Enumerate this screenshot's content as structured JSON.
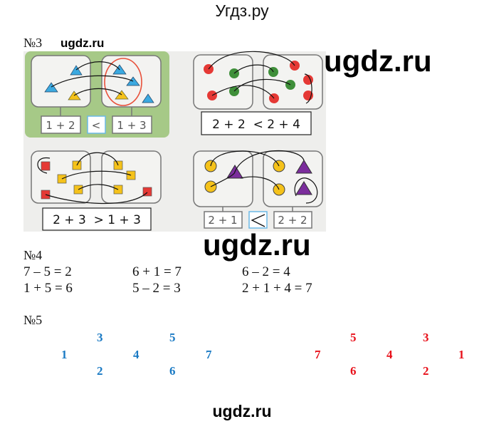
{
  "header": {
    "title": "Угдз.ру"
  },
  "watermarks": [
    "ugdz.ru",
    "ugdz.ru",
    "ugdz.ru",
    "ugdz.ru"
  ],
  "task3": {
    "label": "№3",
    "top_left": {
      "left": "1 + 2",
      "sign": "<",
      "right": "1 + 3"
    },
    "top_right": {
      "answer": "2 + 2  < 2 + 4"
    },
    "bottom_left": {
      "answer": "2 + 3  > 1 + 3"
    },
    "bottom_right": {
      "left": "2 + 1",
      "right": "2 + 2"
    }
  },
  "task4": {
    "label": "№4",
    "equations": [
      "7 – 5 = 2",
      "6 + 1 = 7",
      "6 – 2 = 4",
      "1 + 5 = 6",
      "5 – 2 = 3",
      "2 + 1 + 4 = 7"
    ]
  },
  "task5": {
    "label": "№5",
    "blue": {
      "color": "#1a7ac4",
      "top": [
        "3",
        "5"
      ],
      "middle": [
        "1",
        "4",
        "7"
      ],
      "bottom": [
        "2",
        "6"
      ]
    },
    "red": {
      "color": "#e8101a",
      "top": [
        "5",
        "3"
      ],
      "middle": [
        "7",
        "4",
        "1"
      ],
      "bottom": [
        "6",
        "2"
      ]
    }
  }
}
